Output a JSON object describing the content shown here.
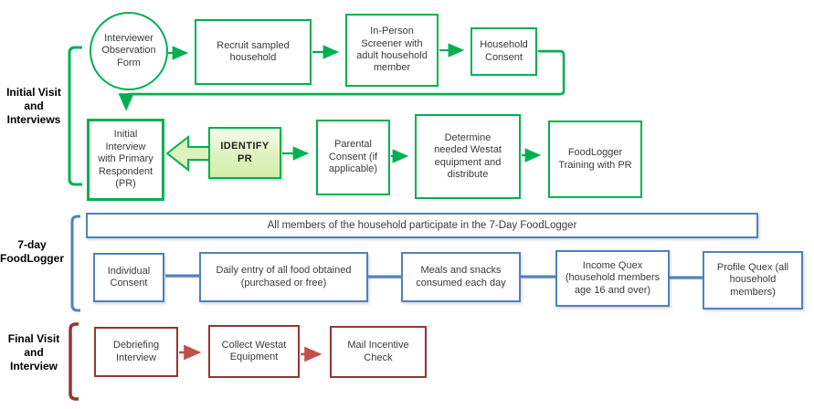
{
  "palette": {
    "green": "#00B050",
    "blue": "#4F81BD",
    "dark_red": "#943634",
    "arrow_red": "#C0504D",
    "identify_fill": "#DDF1BD",
    "text": "#3A3A3A"
  },
  "section_labels": {
    "initial": "Initial Visit\nand\nInterviews",
    "foodlogger": "7-day\nFoodLogger",
    "final": "Final Visit\nand\nInterview"
  },
  "initial_section": {
    "interviewer_observation_form": "Interviewer\nObservation\nForm",
    "recruit_sampled_household": "Recruit sampled\nhousehold",
    "in_person_screener": "In-Person\nScreener with\nadult household\nmember",
    "household_consent": "Household\nConsent",
    "initial_interview": "Initial\nInterview\nwith Primary\nRespondent\n(PR)",
    "identify_pr": "IDENTIFY PR",
    "parental_consent": "Parental\nConsent (if\napplicable)",
    "determine_equipment": "Determine\nneeded Westat\nequipment and\ndistribute",
    "foodlogger_training": "FoodLogger\nTraining with PR"
  },
  "foodlogger_section": {
    "banner": "All members of the household participate in the 7-Day FoodLogger",
    "individual_consent": "Individual\nConsent",
    "daily_entry": "Daily entry of all food obtained\n(purchased or free)",
    "meals_snacks": "Meals and snacks\nconsumed each day",
    "income_quex": "Income Quex\n(household members\nage 16 and over)",
    "profile_quex": "Profile Quex (all\nhousehold\nmembers)"
  },
  "final_section": {
    "debriefing_interview": "Debriefing\nInterview",
    "collect_westat_equipment": "Collect Westat\nEquipment",
    "mail_incentive_check": "Mail Incentive\nCheck"
  }
}
